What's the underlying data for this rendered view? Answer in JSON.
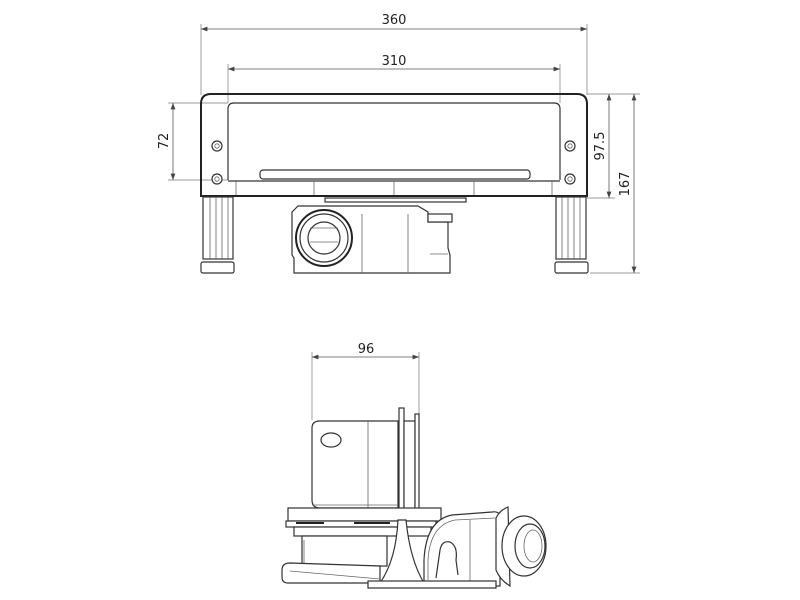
{
  "drawing": {
    "front_view": {
      "dimensions": {
        "overall_width": "360",
        "inner_width": "310",
        "frame_height": "72",
        "frame_total_height": "97.5",
        "total_height": "167"
      }
    },
    "side_view": {
      "dimensions": {
        "depth": "96"
      }
    }
  }
}
